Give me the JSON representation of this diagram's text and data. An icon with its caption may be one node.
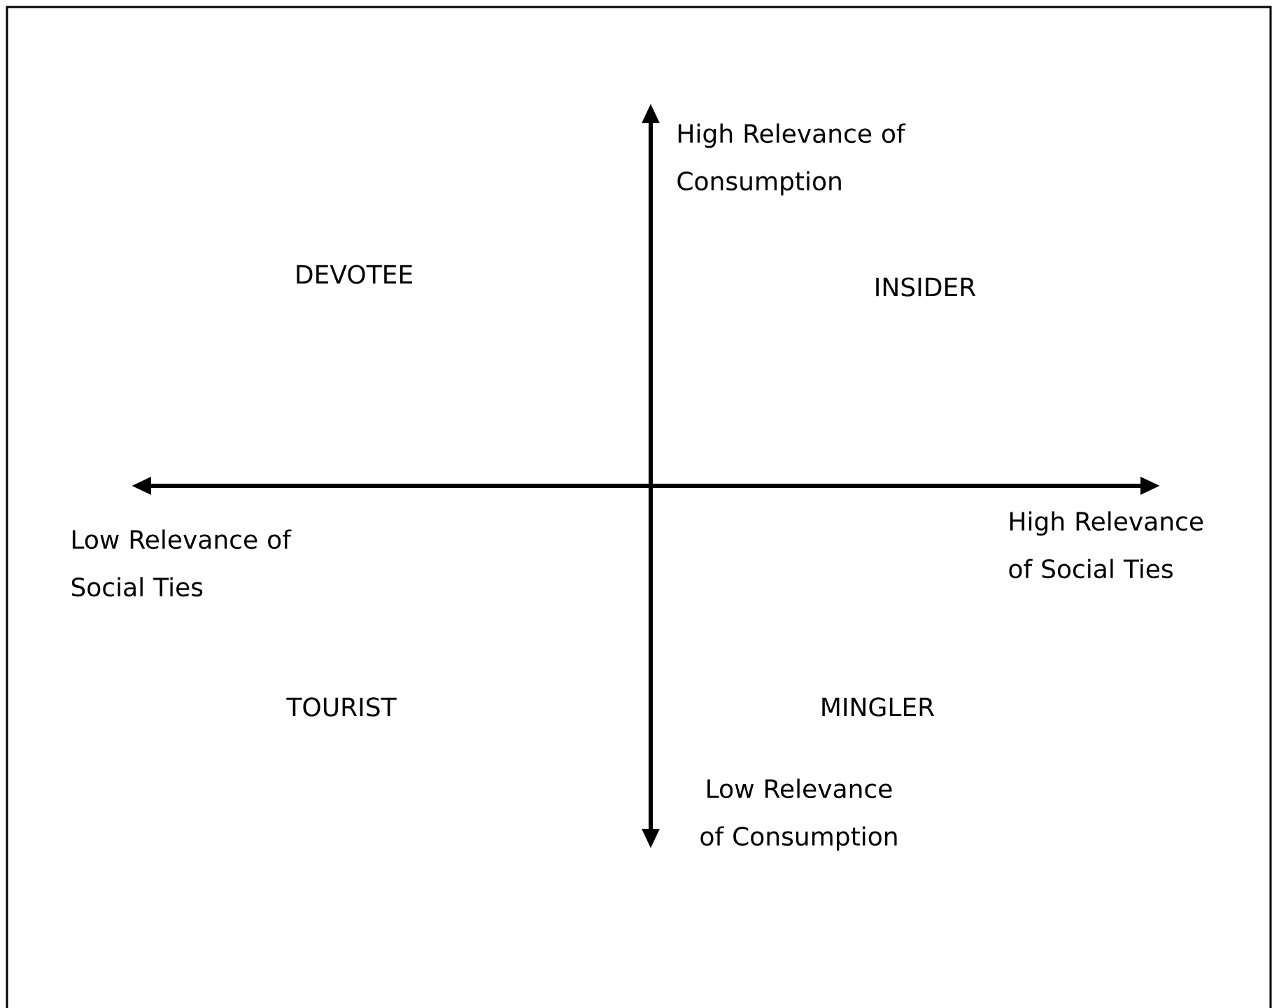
{
  "diagram": {
    "labels": [
      "High Relevance of Consumption",
      "DEVOTEE",
      "INSIDER",
      "Low Relevance of Social Ties",
      "High Relevance of Social Ties",
      "TOURIST",
      "MINGLER",
      "Low Relevance of Consumption"
    ]
  }
}
